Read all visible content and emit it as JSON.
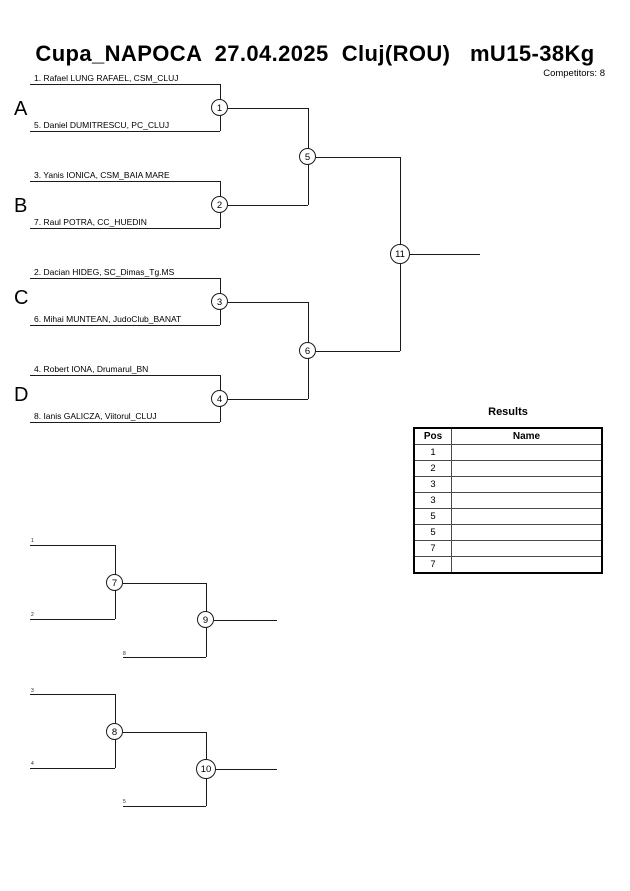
{
  "header": {
    "title": "Cupa_NAPOCA  27.04.2025  Cluj(ROU)   mU15-38Kg",
    "competitors_label": "Competitors: 8"
  },
  "groups": [
    {
      "letter": "A"
    },
    {
      "letter": "B"
    },
    {
      "letter": "C"
    },
    {
      "letter": "D"
    }
  ],
  "competitors": [
    {
      "seed": "1",
      "text": "1. Rafael LUNG RAFAEL, CSM_CLUJ"
    },
    {
      "seed": "5",
      "text": "5. Daniel DUMITRESCU, PC_CLUJ"
    },
    {
      "seed": "3",
      "text": "3. Yanis IONICA, CSM_BAIA MARE"
    },
    {
      "seed": "7",
      "text": "7. Raul POTRA, CC_HUEDIN"
    },
    {
      "seed": "2",
      "text": "2. Dacian HIDEG, SC_Dimas_Tg.MS"
    },
    {
      "seed": "6",
      "text": "6. Mihai MUNTEAN, JudoClub_BANAT"
    },
    {
      "seed": "4",
      "text": "4. Robert IONA, Drumarul_BN"
    },
    {
      "seed": "8",
      "text": "8. Ianis GALICZA, Viitorul_CLUJ"
    }
  ],
  "main_matches": [
    {
      "id": "1"
    },
    {
      "id": "2"
    },
    {
      "id": "3"
    },
    {
      "id": "4"
    },
    {
      "id": "5"
    },
    {
      "id": "6"
    },
    {
      "id": "11"
    }
  ],
  "repechage": {
    "bracket_top": {
      "matches": [
        {
          "id": "7"
        },
        {
          "id": "9"
        }
      ],
      "feeders": [
        {
          "label": "1"
        },
        {
          "label": "2"
        },
        {
          "label": "8"
        }
      ]
    },
    "bracket_bottom": {
      "matches": [
        {
          "id": "8"
        },
        {
          "id": "10"
        }
      ],
      "feeders": [
        {
          "label": "3"
        },
        {
          "label": "4"
        },
        {
          "label": "5"
        }
      ]
    }
  },
  "results": {
    "title": "Results",
    "columns": [
      "Pos",
      "Name"
    ],
    "rows": [
      {
        "pos": "1",
        "name": ""
      },
      {
        "pos": "2",
        "name": ""
      },
      {
        "pos": "3",
        "name": ""
      },
      {
        "pos": "3",
        "name": ""
      },
      {
        "pos": "5",
        "name": ""
      },
      {
        "pos": "5",
        "name": ""
      },
      {
        "pos": "7",
        "name": ""
      },
      {
        "pos": "7",
        "name": ""
      }
    ]
  },
  "colors": {
    "line": "#1a1a1a",
    "text": "#000000",
    "background": "#ffffff",
    "table_border": "#000000"
  }
}
